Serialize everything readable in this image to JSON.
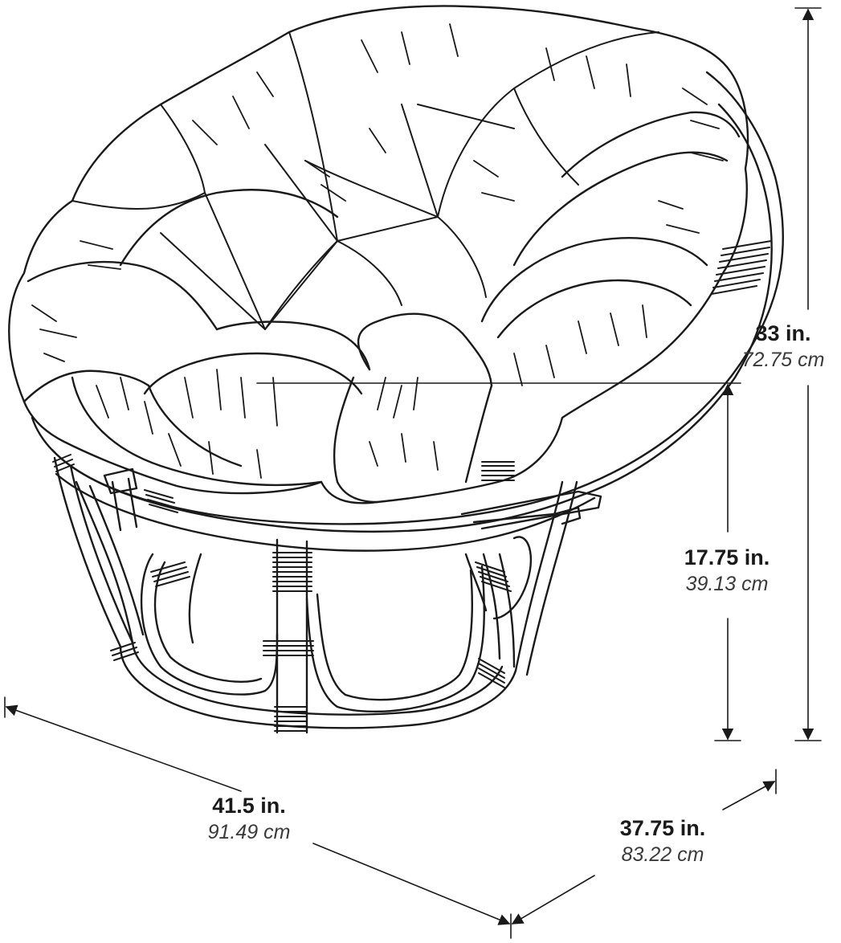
{
  "dimensions": {
    "overall_height": {
      "imperial": "33 in.",
      "metric": "72.75 cm"
    },
    "seat_height": {
      "imperial": "17.75 in.",
      "metric": "39.13 cm"
    },
    "width": {
      "imperial": "41.5 in.",
      "metric": "91.49 cm"
    },
    "depth": {
      "imperial": "37.75 in.",
      "metric": "83.22 cm"
    }
  },
  "colors": {
    "line": "#1a1a1a",
    "background": "#ffffff"
  }
}
